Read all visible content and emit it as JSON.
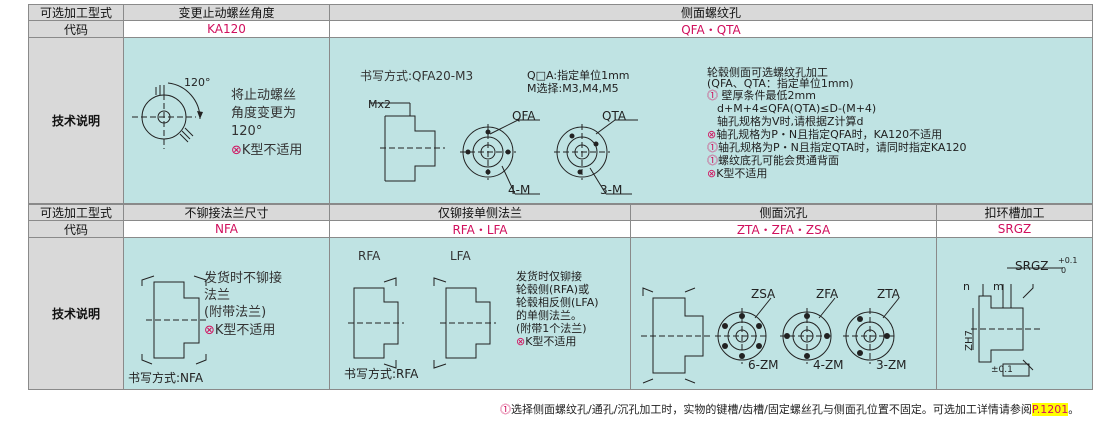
{
  "top": {
    "col1_header": "可选加工型式",
    "col2_header": "变更止动螺丝角度",
    "col3_header": "侧面螺纹孔",
    "code_label": "代码",
    "code_ka": "KA120",
    "code_qfa": "QFA・QTA",
    "tech_label": "技术说明",
    "ka": {
      "line1": "将止动螺丝",
      "line2": "角度变更为",
      "line3": "120°",
      "note": "K型不适用",
      "angle_label": "120°"
    },
    "qfa": {
      "writing": "书写方式:QFA20-M3",
      "q_line1": "Q□A:指定单位1mm",
      "q_line2": "M选择:M3,M4,M5",
      "mx2": "Mx2",
      "label_qfa": "QFA",
      "label_qta": "QTA",
      "label_4m": "4-M",
      "label_3m": "3-M",
      "notes": [
        "轮毂侧面可选螺纹孔加工",
        "(QFA、QTA：指定单位1mm)",
        "壁厚条件最低2mm",
        "d+M+4≤QFA(QTA)≤D-(M+4)",
        "轴孔规格为V时,请根据Z计算d",
        "轴孔规格为P・N且指定QFA时，KA120不适用",
        "轴孔规格为P・N且指定QTA时，请同时指定KA120",
        "螺纹底孔可能会贯通背面",
        "K型不适用"
      ]
    }
  },
  "bottom": {
    "col1_header": "可选加工型式",
    "col2_header": "不铆接法兰尺寸",
    "col3_header": "仅铆接单侧法兰",
    "col4_header": "侧面沉孔",
    "col5_header": "扣环槽加工",
    "code_label": "代码",
    "code_nfa": "NFA",
    "code_rfa": "RFA・LFA",
    "code_zta": "ZTA・ZFA・ZSA",
    "code_srgz": "SRGZ",
    "tech_label": "技术说明",
    "nfa": {
      "line1": "发货时不铆接",
      "line2": "法兰",
      "line3": "(附带法兰)",
      "note": "K型不适用",
      "writing": "书写方式:NFA"
    },
    "rfa": {
      "label_rfa": "RFA",
      "label_lfa": "LFA",
      "lines": [
        "发货时仅铆接",
        "轮毂侧(RFA)或",
        "轮毂相反侧(LFA)",
        "的单侧法兰。",
        "(附带1个法兰)"
      ],
      "note": "K型不适用",
      "writing": "书写方式:RFA"
    },
    "zta": {
      "label_zsa": "ZSA",
      "label_zfa": "ZFA",
      "label_zta": "ZTA",
      "label_6zm": "6-ZM",
      "label_4zm": "4-ZM",
      "label_3zm": "3-ZM"
    },
    "srgz": {
      "label": "SRGZ",
      "sup": "+0.1",
      "sub": "0",
      "n": "n",
      "m": "m",
      "zh7": "ZH7",
      "tol": "±0.1"
    }
  },
  "footer": {
    "text": "选择侧面螺纹孔/通孔/沉孔加工时，实物的键槽/齿槽/固定螺丝孔与侧面孔位置不固定。可选加工详情请参阅",
    "link": "P.1201",
    "end": "。"
  },
  "colors": {
    "accent": "#d0105d",
    "cell_bg": "#bfe3e3",
    "header_bg": "#d9d9d9",
    "highlight": "#ffff00"
  }
}
